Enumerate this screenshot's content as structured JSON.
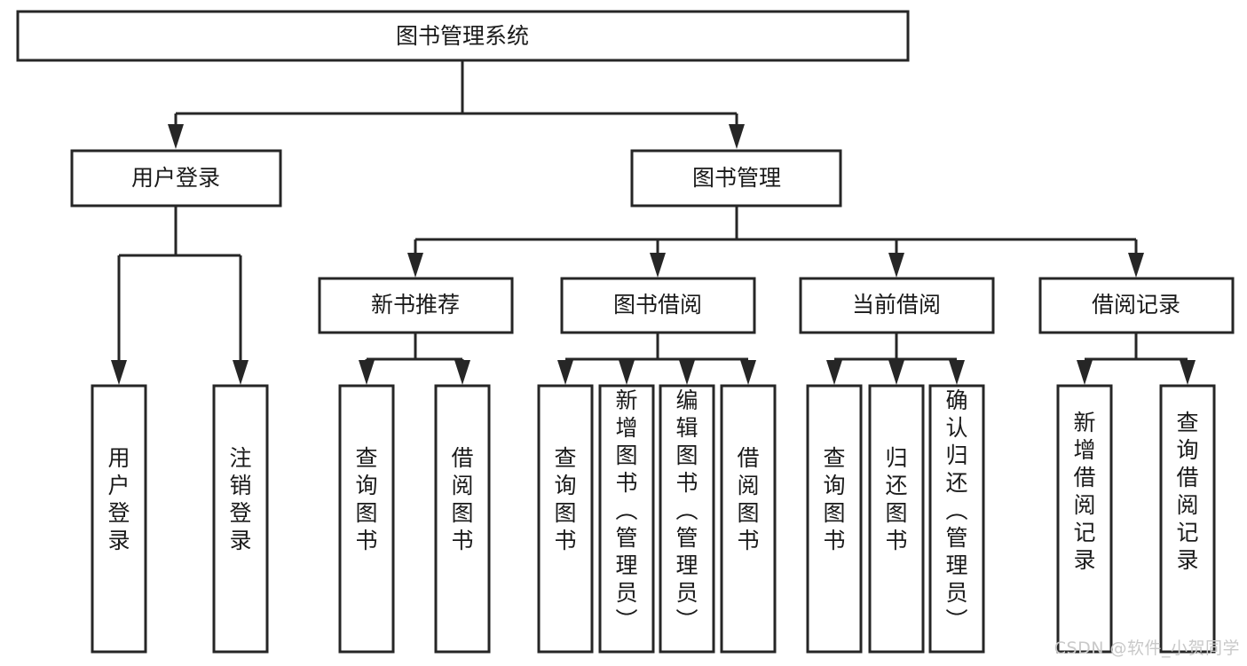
{
  "diagram": {
    "type": "tree-hierarchy-chart",
    "title": "图书管理系统",
    "watermark": "CSDN @软件_小贺同学",
    "colors": {
      "stroke": "#262626",
      "fill": "#ffffff",
      "text": "#1a1a1a",
      "watermark": "#c9c9c9"
    },
    "levels": {
      "root": {
        "label": "图书管理系统"
      },
      "level2": [
        {
          "label": "用户登录"
        },
        {
          "label": "图书管理"
        }
      ],
      "level3": [
        {
          "label": "新书推荐"
        },
        {
          "label": "图书借阅"
        },
        {
          "label": "当前借阅"
        },
        {
          "label": "借阅记录"
        }
      ],
      "leaves": {
        "user_login": [
          {
            "label": "用户登录"
          },
          {
            "label": "注销登录"
          }
        ],
        "new_book_recommend": [
          {
            "label": "查询图书"
          },
          {
            "label": "借阅图书"
          }
        ],
        "book_borrow": [
          {
            "label": "查询图书"
          },
          {
            "label": "新增图书（管理员）"
          },
          {
            "label": "编辑图书（管理员）"
          },
          {
            "label": "借阅图书"
          }
        ],
        "current_borrow": [
          {
            "label": "查询图书"
          },
          {
            "label": "归还图书"
          },
          {
            "label": "确认归还（管理员）"
          }
        ],
        "borrow_record": [
          {
            "label": "新增借阅记录"
          },
          {
            "label": "查询借阅记录"
          }
        ]
      }
    }
  }
}
